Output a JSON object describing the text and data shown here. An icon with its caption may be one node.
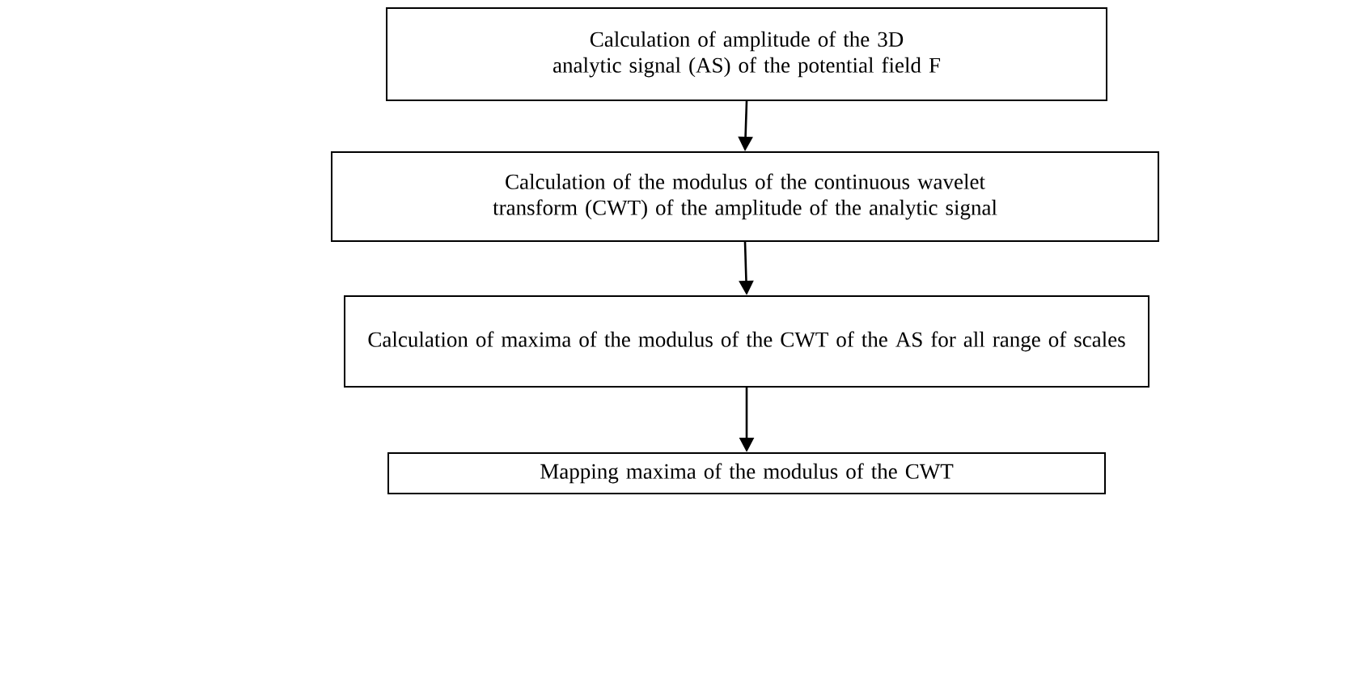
{
  "diagram": {
    "nodes": [
      {
        "text": [
          "Calculation of amplitude of the 3D analytic signal (AS) of the potential field F"
        ]
      },
      {
        "text": [
          "Calculation of the modulus of the continuous wavelet transform (CWT) of the amplitude of the analytic signal"
        ]
      },
      {
        "text": [
          "Calculation of maxima of the modulus of the CWT of the AS for all range of scales"
        ]
      },
      {
        "text": [
          "Mapping maxima of the modulus of the CWT"
        ]
      }
    ],
    "edges": [
      {
        "from": 0,
        "to": 1,
        "arrow": "to"
      },
      {
        "from": 1,
        "to": 2,
        "arrow": "to"
      },
      {
        "from": 2,
        "to": 3,
        "arrow": "to"
      }
    ]
  }
}
